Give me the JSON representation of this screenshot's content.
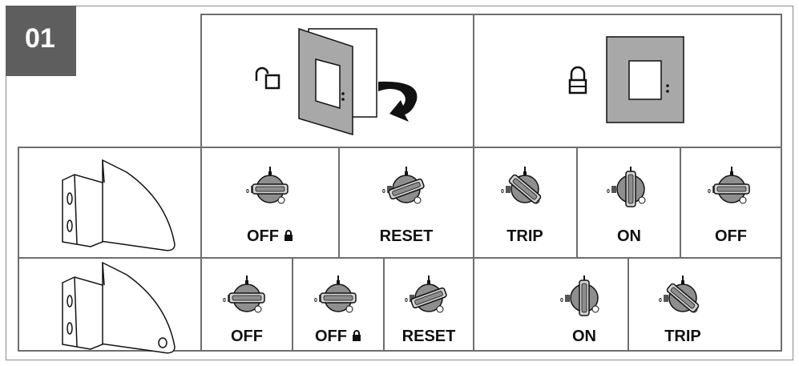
{
  "step_number": "01",
  "row1": [
    {
      "label": "OFF",
      "lock": true
    },
    {
      "label": "RESET",
      "lock": false
    },
    {
      "label": "TRIP",
      "lock": false
    },
    {
      "label": "ON",
      "lock": false
    },
    {
      "label": "OFF",
      "lock": false
    }
  ],
  "row2": [
    {
      "label": "OFF",
      "lock": false
    },
    {
      "label": "OFF",
      "lock": true
    },
    {
      "label": "RESET",
      "lock": false
    },
    {
      "label": "ON",
      "lock": false
    },
    {
      "label": "TRIP",
      "lock": false
    }
  ],
  "dial_scale_marks": {
    "zero": "0"
  },
  "colors": {
    "badge": "#5e5e5e",
    "door_gray": "#a8a8a8",
    "grid": "#6e6e6e"
  }
}
